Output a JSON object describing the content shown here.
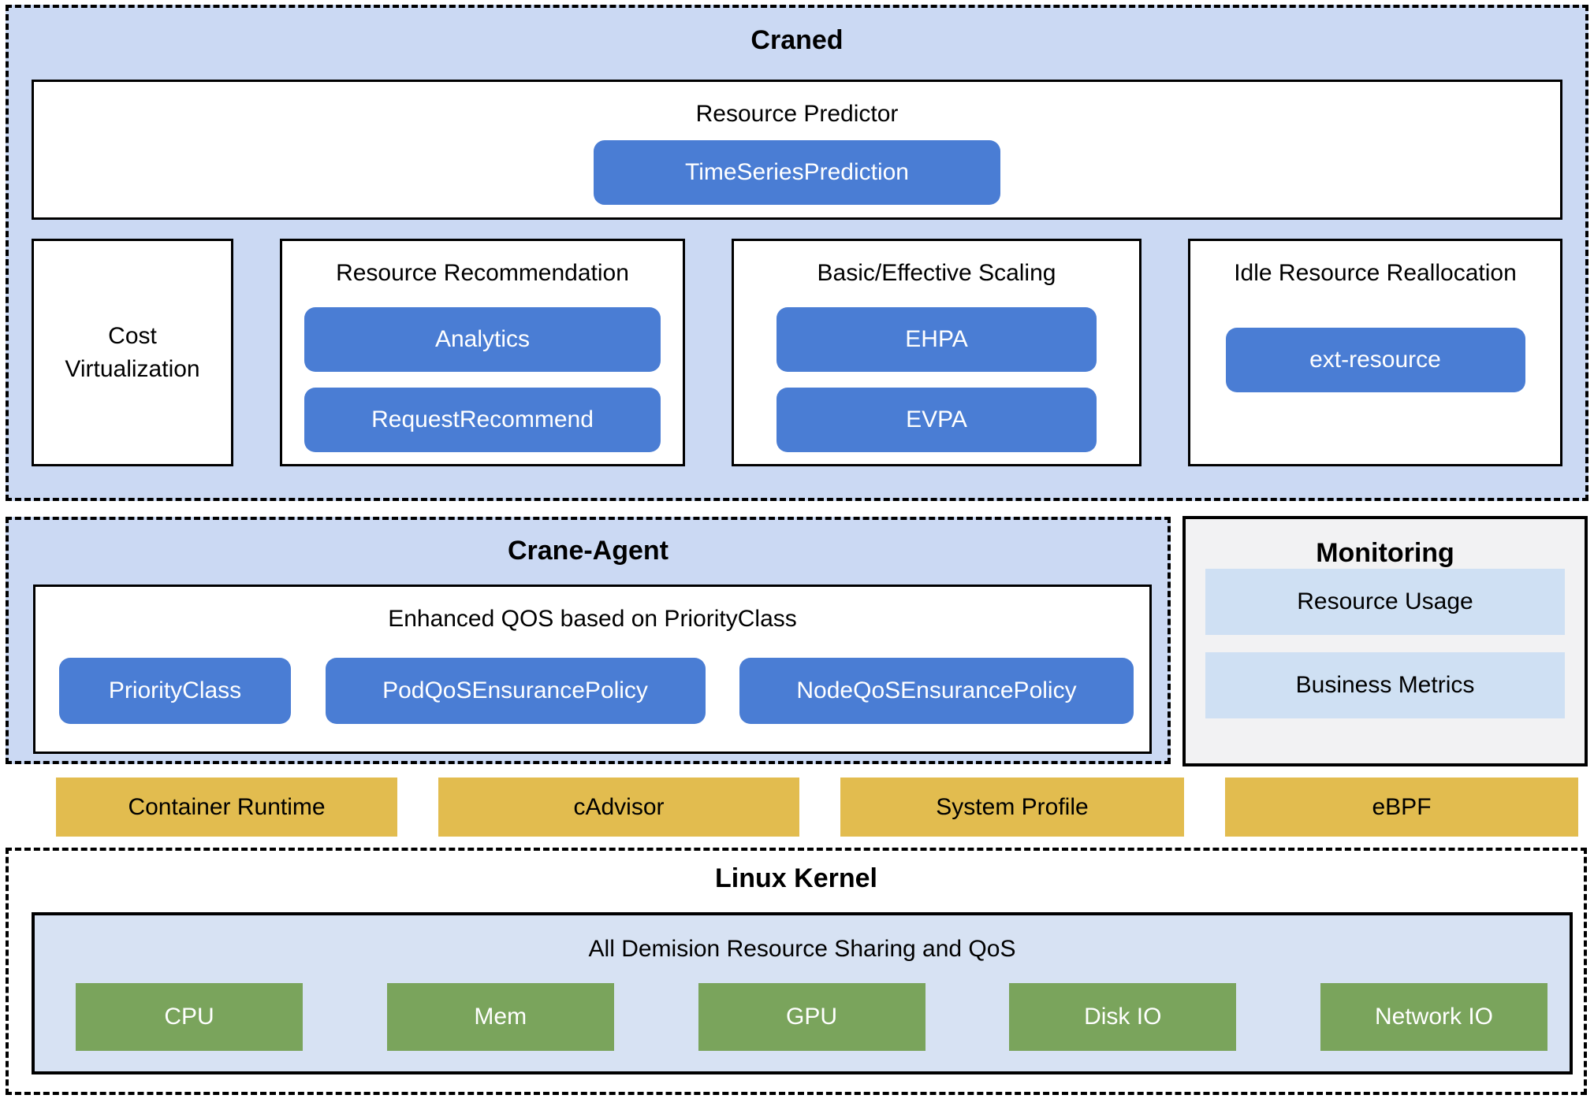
{
  "colors": {
    "periwinkle": "#cbd9f3",
    "blue": "#4a7dd4",
    "yellow": "#e2bc4f",
    "green": "#7aa45c",
    "gray": "#f2f2f3",
    "light_bar": "#cfe0f3",
    "kernel_blue": "#d7e2f3",
    "ink": "#000000",
    "white": "#ffffff"
  },
  "craned": {
    "title": "Craned",
    "predictor": {
      "label": "Resource Predictor",
      "button": "TimeSeriesPrediction"
    },
    "columns": [
      {
        "label": "Cost Virtualization",
        "lines": [
          "Cost",
          "Virtualization"
        ],
        "buttons": []
      },
      {
        "label": "Resource Recommendation",
        "buttons": [
          "Analytics",
          "RequestRecommend"
        ]
      },
      {
        "label": "Basic/Effective Scaling",
        "buttons": [
          "EHPA",
          "EVPA"
        ]
      },
      {
        "label": "Idle Resource Reallocation",
        "buttons": [
          "ext-resource"
        ]
      }
    ]
  },
  "crane_agent": {
    "title": "Crane-Agent",
    "qos": {
      "label": "Enhanced QOS based on PriorityClass",
      "buttons": [
        "PriorityClass",
        "PodQoSEnsurancePolicy",
        "NodeQoSEnsurancePolicy"
      ]
    }
  },
  "monitoring": {
    "title": "Monitoring",
    "items": [
      "Resource Usage",
      "Business Metrics"
    ]
  },
  "node_components": [
    "Container Runtime",
    "cAdvisor",
    "System Profile",
    "eBPF"
  ],
  "linux_kernel": {
    "title": "Linux Kernel",
    "sharing": {
      "label": "All Demision Resource Sharing and QoS",
      "resources": [
        "CPU",
        "Mem",
        "GPU",
        "Disk IO",
        "Network IO"
      ]
    }
  }
}
